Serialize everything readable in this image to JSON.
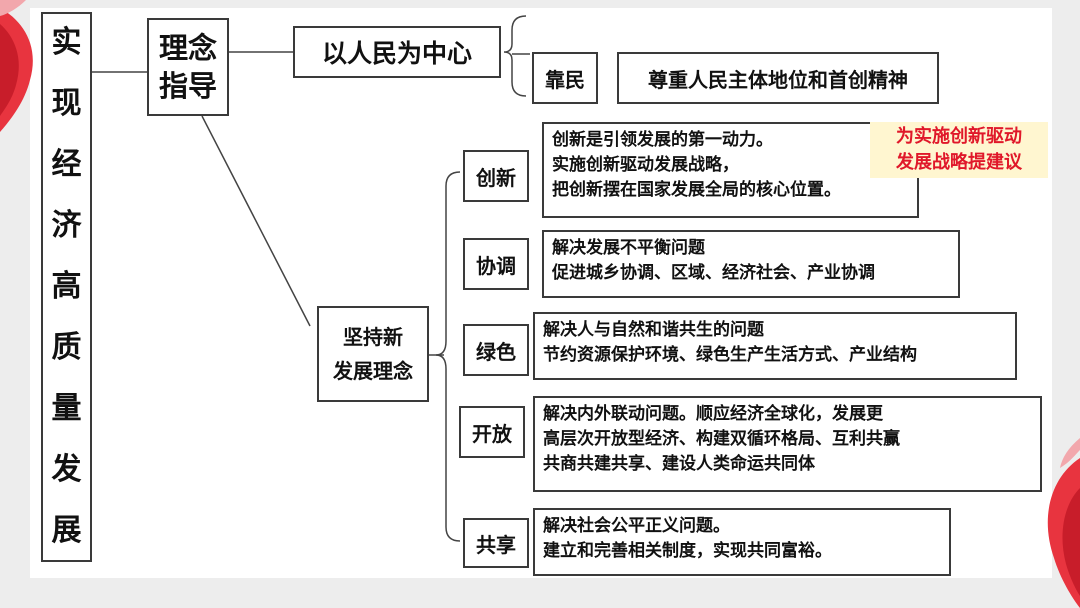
{
  "title": [
    "实",
    "现",
    "经",
    "济",
    "高",
    "质",
    "量",
    "发",
    "展"
  ],
  "guide": {
    "label_lines": [
      "理念",
      "指导"
    ],
    "people_center": "以人民为中心",
    "rely_label": "靠民",
    "rely_text": "尊重人民主体地位和首创精神"
  },
  "new_concept": {
    "label_lines": [
      "坚持新",
      "发展理念"
    ],
    "items": [
      {
        "label": "创新",
        "lines": [
          "创新是引领发展的第一动力。",
          "实施创新驱动发展战略，",
          "把创新摆在国家发展全局的核心位置。"
        ]
      },
      {
        "label": "协调",
        "lines": [
          "解决发展不平衡问题",
          "促进城乡协调、区域、经济社会、产业协调"
        ]
      },
      {
        "label": "绿色",
        "lines": [
          "解决人与自然和谐共生的问题",
          "节约资源保护环境、绿色生产生活方式、产业结构"
        ]
      },
      {
        "label": "开放",
        "lines": [
          "解决内外联动问题。顺应经济全球化，发展更",
          "高层次开放型经济、构建双循环格局、互利共赢",
          "共商共建共享、建设人类命运共同体"
        ]
      },
      {
        "label": "共享",
        "lines": [
          "解决社会公平正义问题。",
          "建立和完善相关制度，实现共同富裕。"
        ]
      }
    ]
  },
  "note_lines": [
    "为实施创新驱动",
    "发展战略提建议"
  ],
  "colors": {
    "accent_red": "#e0182a",
    "note_bg": "#fff6d0",
    "border": "#3a3a3a"
  }
}
